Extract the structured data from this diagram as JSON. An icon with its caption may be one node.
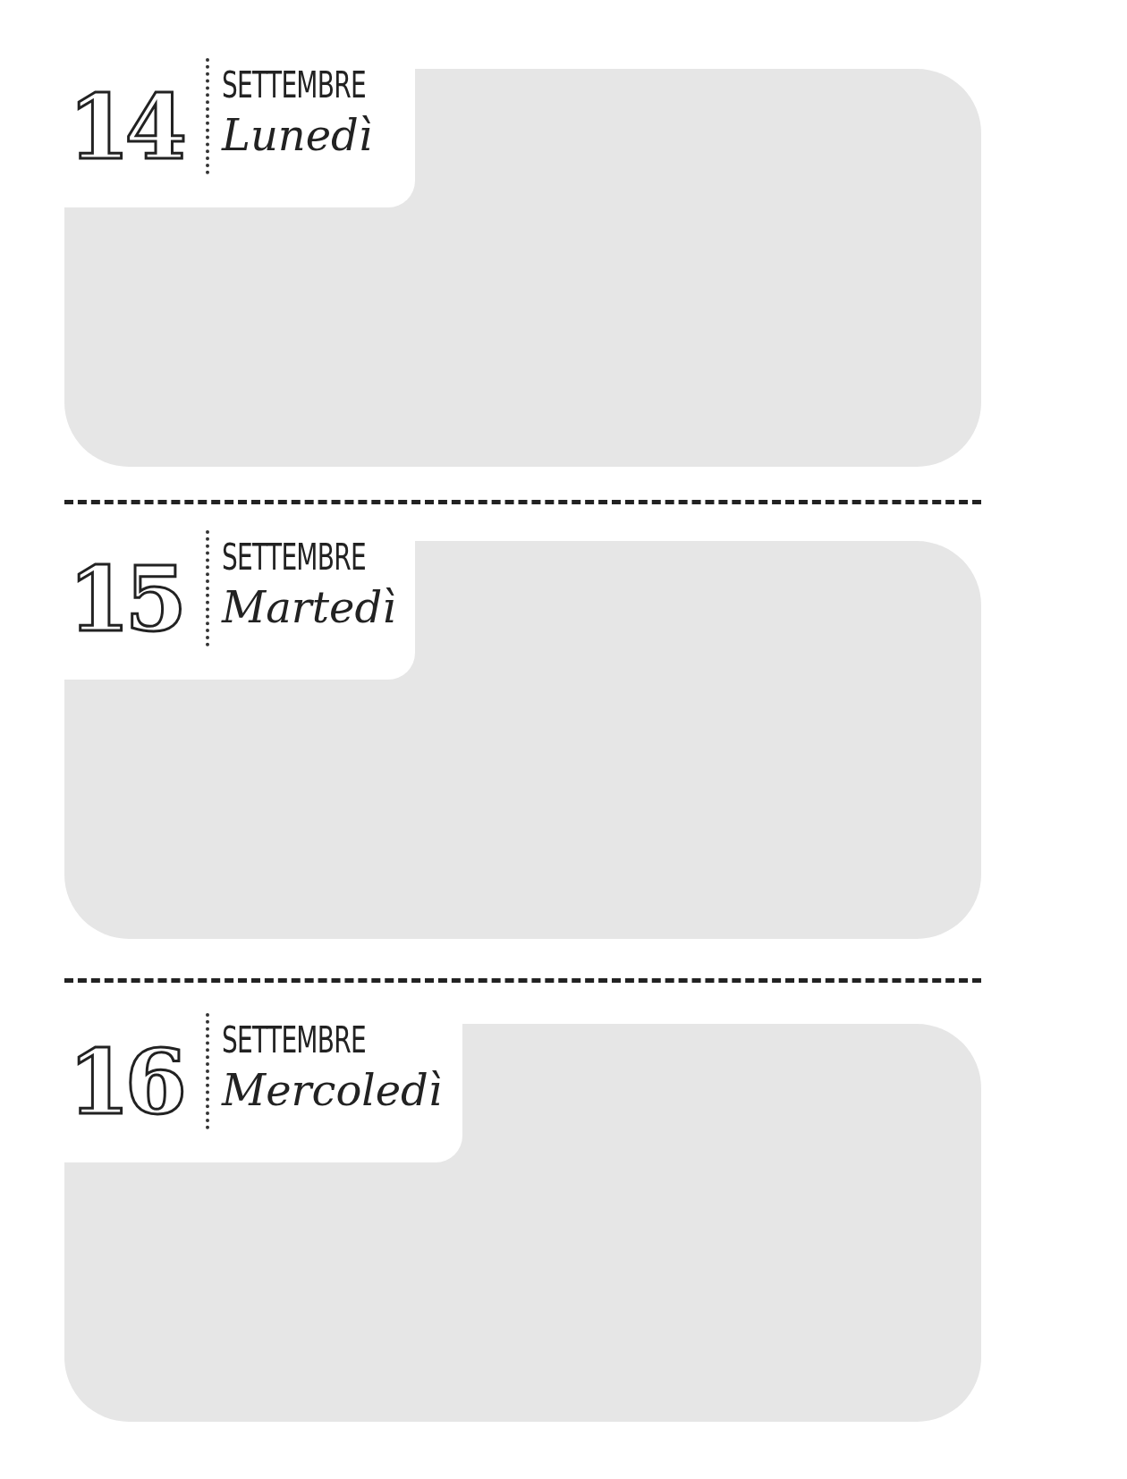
{
  "diagram": {
    "nodes": [
      {
        "text": [
          "14",
          "SETTEMBRE",
          "Lunedì"
        ]
      },
      {
        "text": [
          "15",
          "SETTEMBRE",
          "Martedì"
        ]
      },
      {
        "text": [
          "16",
          "SETTEMBRE",
          "Mercoledì"
        ]
      }
    ]
  }
}
